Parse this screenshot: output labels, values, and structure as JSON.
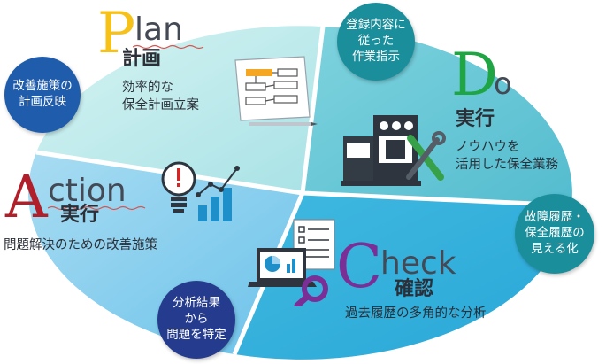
{
  "plan": {
    "initial": "P",
    "rest": "lan",
    "label": "計画",
    "desc": [
      "効率的な",
      "保全計画立案"
    ]
  },
  "do": {
    "initial": "D",
    "rest": "o",
    "label": "実行",
    "desc": [
      "ノウハウを",
      "活用した保全業務"
    ]
  },
  "check": {
    "initial": "C",
    "rest": "heck",
    "label": "確認",
    "desc": [
      "過去履歴の多角的な分析"
    ]
  },
  "action": {
    "initial": "A",
    "rest": "ction",
    "label": "実行",
    "desc": [
      "問題解決のための改善施策"
    ]
  },
  "bubbles": {
    "top": "登録内容に\n従った\n作業指示",
    "left": "改善施策の\n計画反映",
    "right": "故障履歴・\n保全履歴の\n見える化",
    "bottom": "分析結果\nから\n問題を特定"
  },
  "colors": {
    "plan": "#f6c21a",
    "do": "#1fa544",
    "check": "#7b2f96",
    "action": "#b01f2a",
    "bubble_teal": "#1b8e9b",
    "bubble_blue": "#1f5cab",
    "bubble_navy": "#253b8d"
  },
  "icons": [
    "document-flowchart-icon",
    "machine-repair-icon",
    "lightbulb-chart-icon",
    "laptop-analysis-icon"
  ]
}
